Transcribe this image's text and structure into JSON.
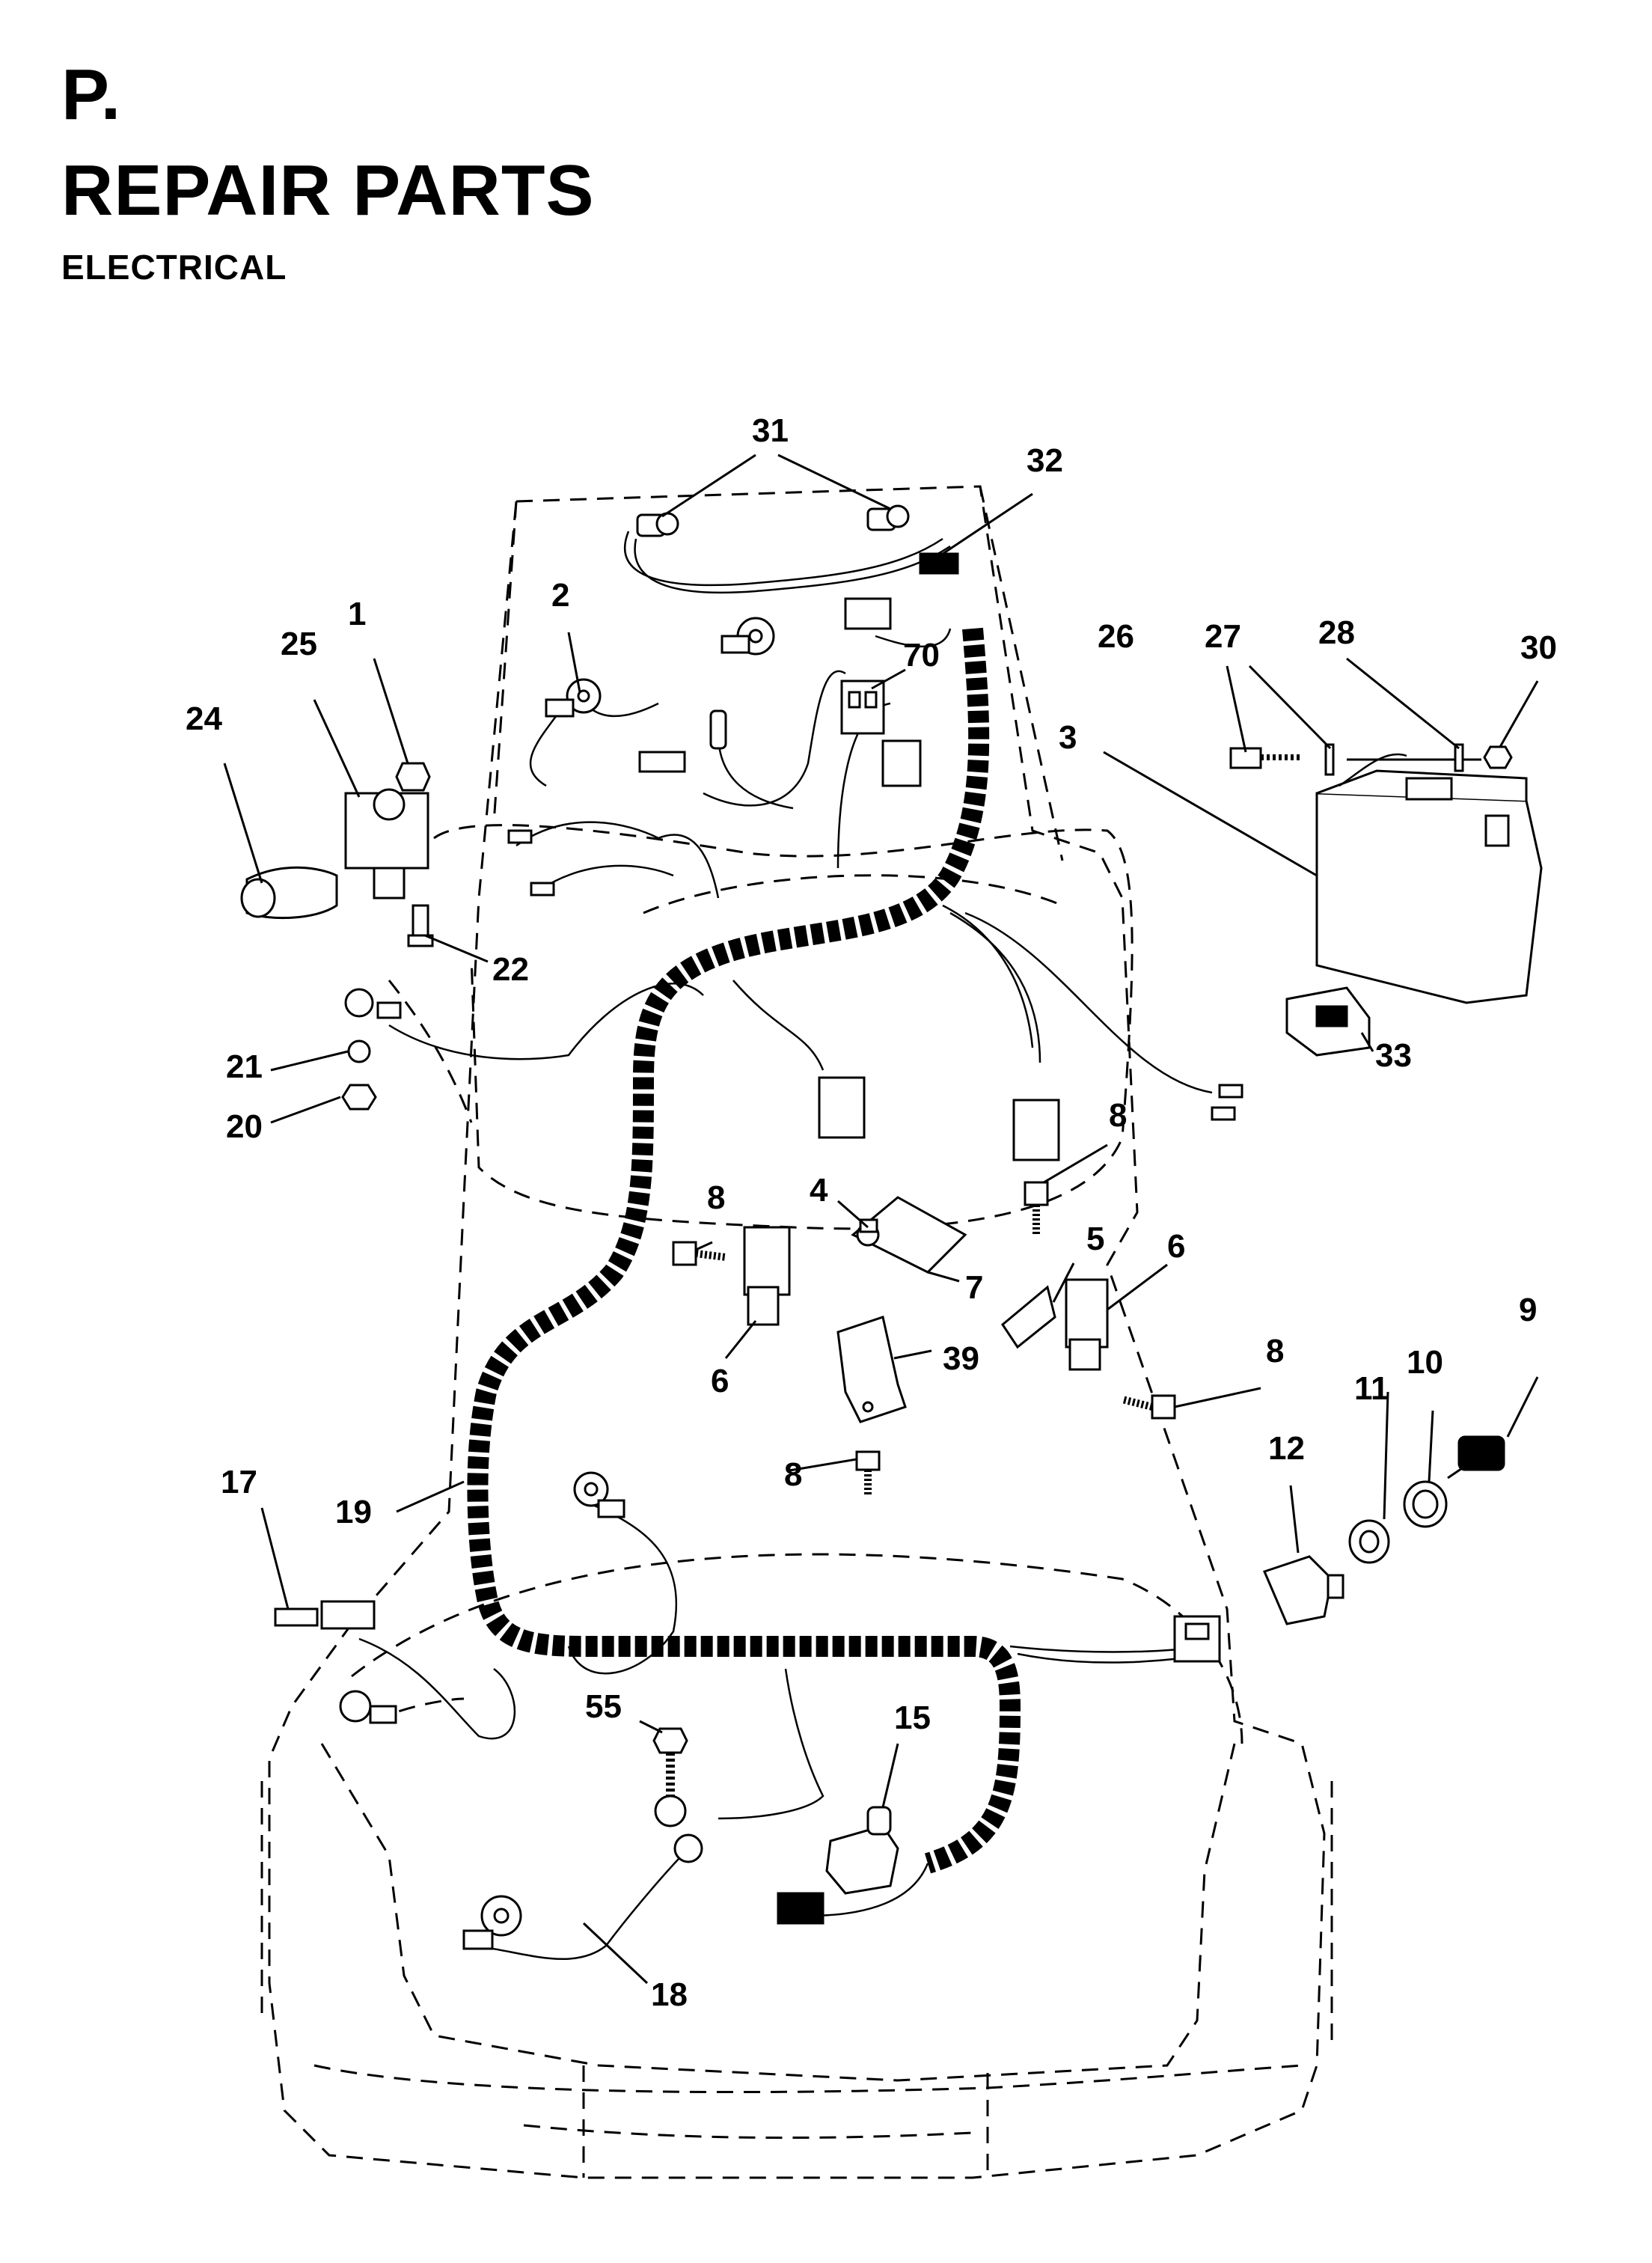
{
  "header": {
    "section": "P.",
    "title": "REPAIR PARTS",
    "subtitle": "ELECTRICAL"
  },
  "callouts": [
    {
      "id": "31"
    },
    {
      "id": "32"
    },
    {
      "id": "2"
    },
    {
      "id": "70"
    },
    {
      "id": "1"
    },
    {
      "id": "25"
    },
    {
      "id": "24"
    },
    {
      "id": "26"
    },
    {
      "id": "27"
    },
    {
      "id": "28"
    },
    {
      "id": "30"
    },
    {
      "id": "3"
    },
    {
      "id": "22"
    },
    {
      "id": "21"
    },
    {
      "id": "20"
    },
    {
      "id": "33"
    },
    {
      "id": "8a"
    },
    {
      "id": "8b"
    },
    {
      "id": "4"
    },
    {
      "id": "7"
    },
    {
      "id": "5"
    },
    {
      "id": "6a"
    },
    {
      "id": "6b"
    },
    {
      "id": "39"
    },
    {
      "id": "8c"
    },
    {
      "id": "9"
    },
    {
      "id": "10"
    },
    {
      "id": "11"
    },
    {
      "id": "12"
    },
    {
      "id": "8d"
    },
    {
      "id": "17"
    },
    {
      "id": "19"
    },
    {
      "id": "55"
    },
    {
      "id": "15"
    },
    {
      "id": "18"
    }
  ],
  "labels": {
    "l31": "31",
    "l32": "32",
    "l2": "2",
    "l70": "70",
    "l1": "1",
    "l25": "25",
    "l24": "24",
    "l26": "26",
    "l27": "27",
    "l28": "28",
    "l30": "30",
    "l3": "3",
    "l22": "22",
    "l21": "21",
    "l20": "20",
    "l33": "33",
    "l8a": "8",
    "l8b": "8",
    "l4": "4",
    "l7": "7",
    "l5": "5",
    "l6a": "6",
    "l6b": "6",
    "l39": "39",
    "l8c": "8",
    "l9": "9",
    "l10": "10",
    "l11": "11",
    "l12": "12",
    "l8d": "8",
    "l17": "17",
    "l19": "19",
    "l55": "55",
    "l15": "15",
    "l18": "18"
  }
}
